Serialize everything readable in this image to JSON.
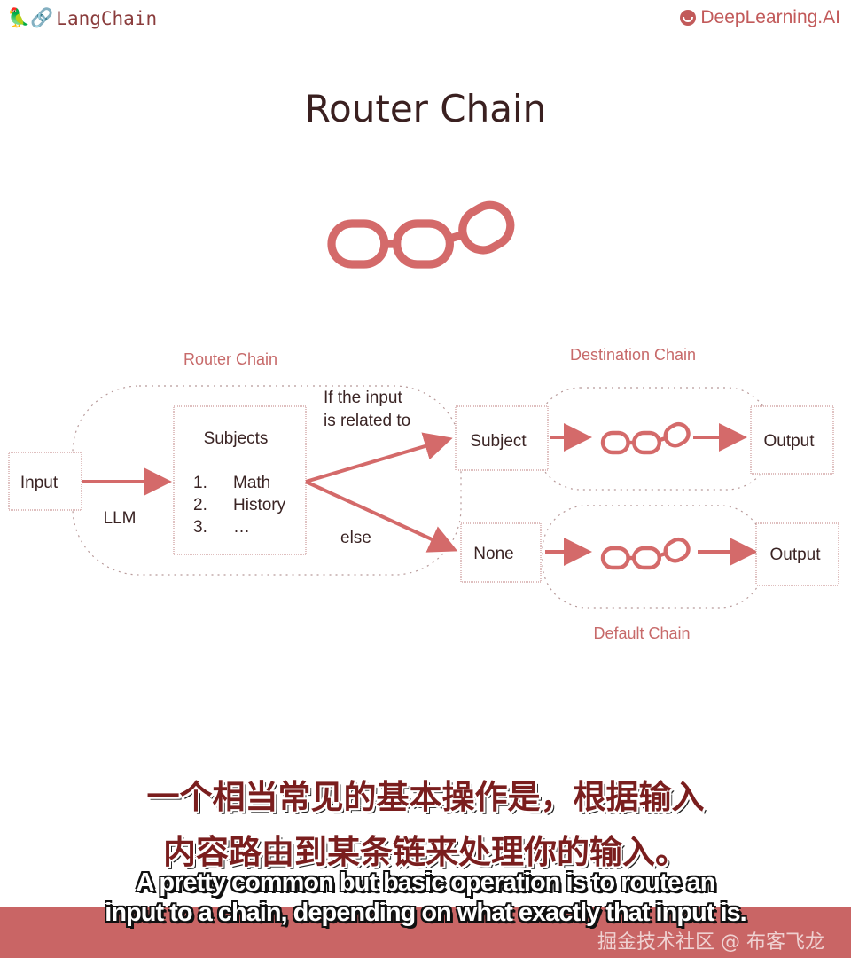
{
  "header": {
    "left_logo": "LangChain",
    "right_logo": "DeepLearning.AI"
  },
  "slide": {
    "title": "Router Chain",
    "diagram": {
      "router_chain_label": "Router Chain",
      "destination_chain_label": "Destination Chain",
      "default_chain_label": "Default Chain",
      "input": "Input",
      "llm": "LLM",
      "subjects_title": "Subjects",
      "subjects": [
        {
          "num": "1.",
          "name": "Math"
        },
        {
          "num": "2.",
          "name": "History"
        },
        {
          "num": "3.",
          "name": "…"
        }
      ],
      "condition_line1": "If the input",
      "condition_line2": "is related to",
      "else": "else",
      "subject": "Subject",
      "none": "None",
      "output_top": "Output",
      "output_bottom": "Output"
    },
    "accent_color": "#d46a6a"
  },
  "subtitles": {
    "zh_line1": "一个相当常见的基本操作是，根据输入",
    "zh_line2": "内容路由到某条链来处理你的输入。",
    "en_line1": "A pretty common but basic operation is to route an",
    "en_line2": "input to a chain, depending on what exactly that input is."
  },
  "watermark": "掘金技术社区 @ 布客飞龙"
}
